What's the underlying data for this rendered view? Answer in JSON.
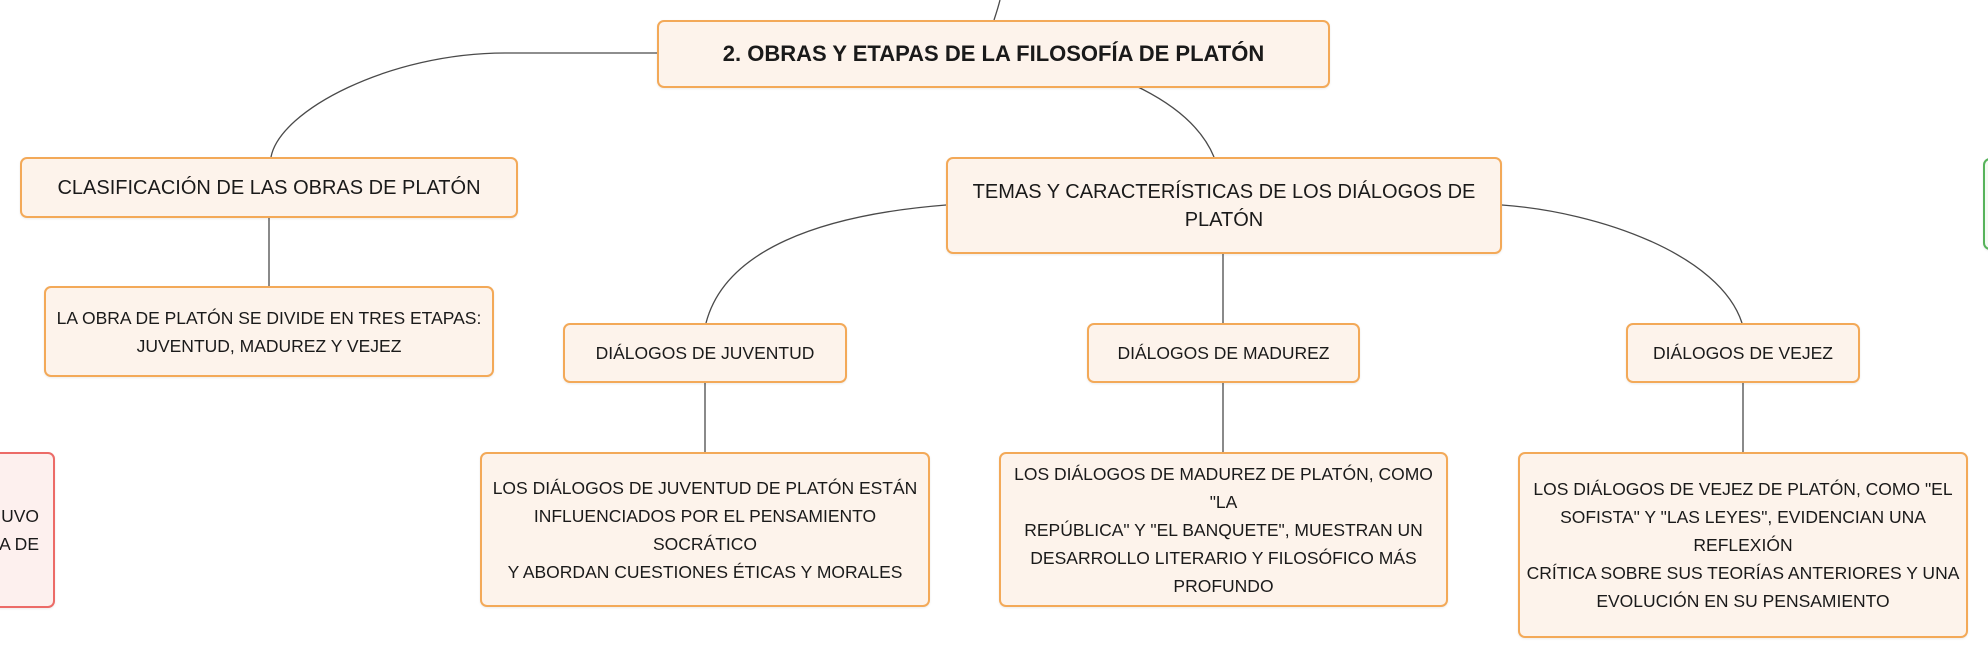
{
  "nodes": {
    "root": "2. OBRAS Y ETAPAS DE LA FILOSOFÍA DE PLATÓN",
    "clasificacion": "CLASIFICACIÓN DE LAS OBRAS DE PLATÓN",
    "temas": "TEMAS Y CARACTERÍSTICAS DE LOS DIÁLOGOS DE PLATÓN",
    "etapas": "LA OBRA DE PLATÓN SE DIVIDE EN TRES ETAPAS:\nJUVENTUD, MADUREZ Y VEJEZ",
    "juventud": "DIÁLOGOS DE JUVENTUD",
    "madurez": "DIÁLOGOS DE MADUREZ",
    "vejez": "DIÁLOGOS DE VEJEZ",
    "juventud_desc": "LOS DIÁLOGOS DE JUVENTUD DE PLATÓN ESTÁN\nINFLUENCIADOS POR EL PENSAMIENTO SOCRÁTICO\nY ABORDAN CUESTIONES ÉTICAS Y MORALES",
    "madurez_desc": "LOS DIÁLOGOS DE MADUREZ DE PLATÓN, COMO \"LA\nREPÚBLICA\" Y \"EL BANQUETE\", MUESTRAN UN\nDESARROLLO LITERARIO Y FILOSÓFICO MÁS\nPROFUNDO",
    "vejez_desc": "LOS DIÁLOGOS DE VEJEZ DE PLATÓN, COMO \"EL\nSOFISTA\" Y \"LAS LEYES\", EVIDENCIAN UNA REFLEXIÓN\nCRÍTICA SOBRE SUS TEORÍAS ANTERIORES Y UNA\nEVOLUCIÓN EN SU PENSAMIENTO",
    "left_partial": "UVO\nA DE"
  },
  "colors": {
    "node_border": "#f3a958",
    "node_fill": "#fdf3eb",
    "red_border": "#ec6b67",
    "green_border": "#56b35a",
    "connector": "#4a4a4a"
  }
}
